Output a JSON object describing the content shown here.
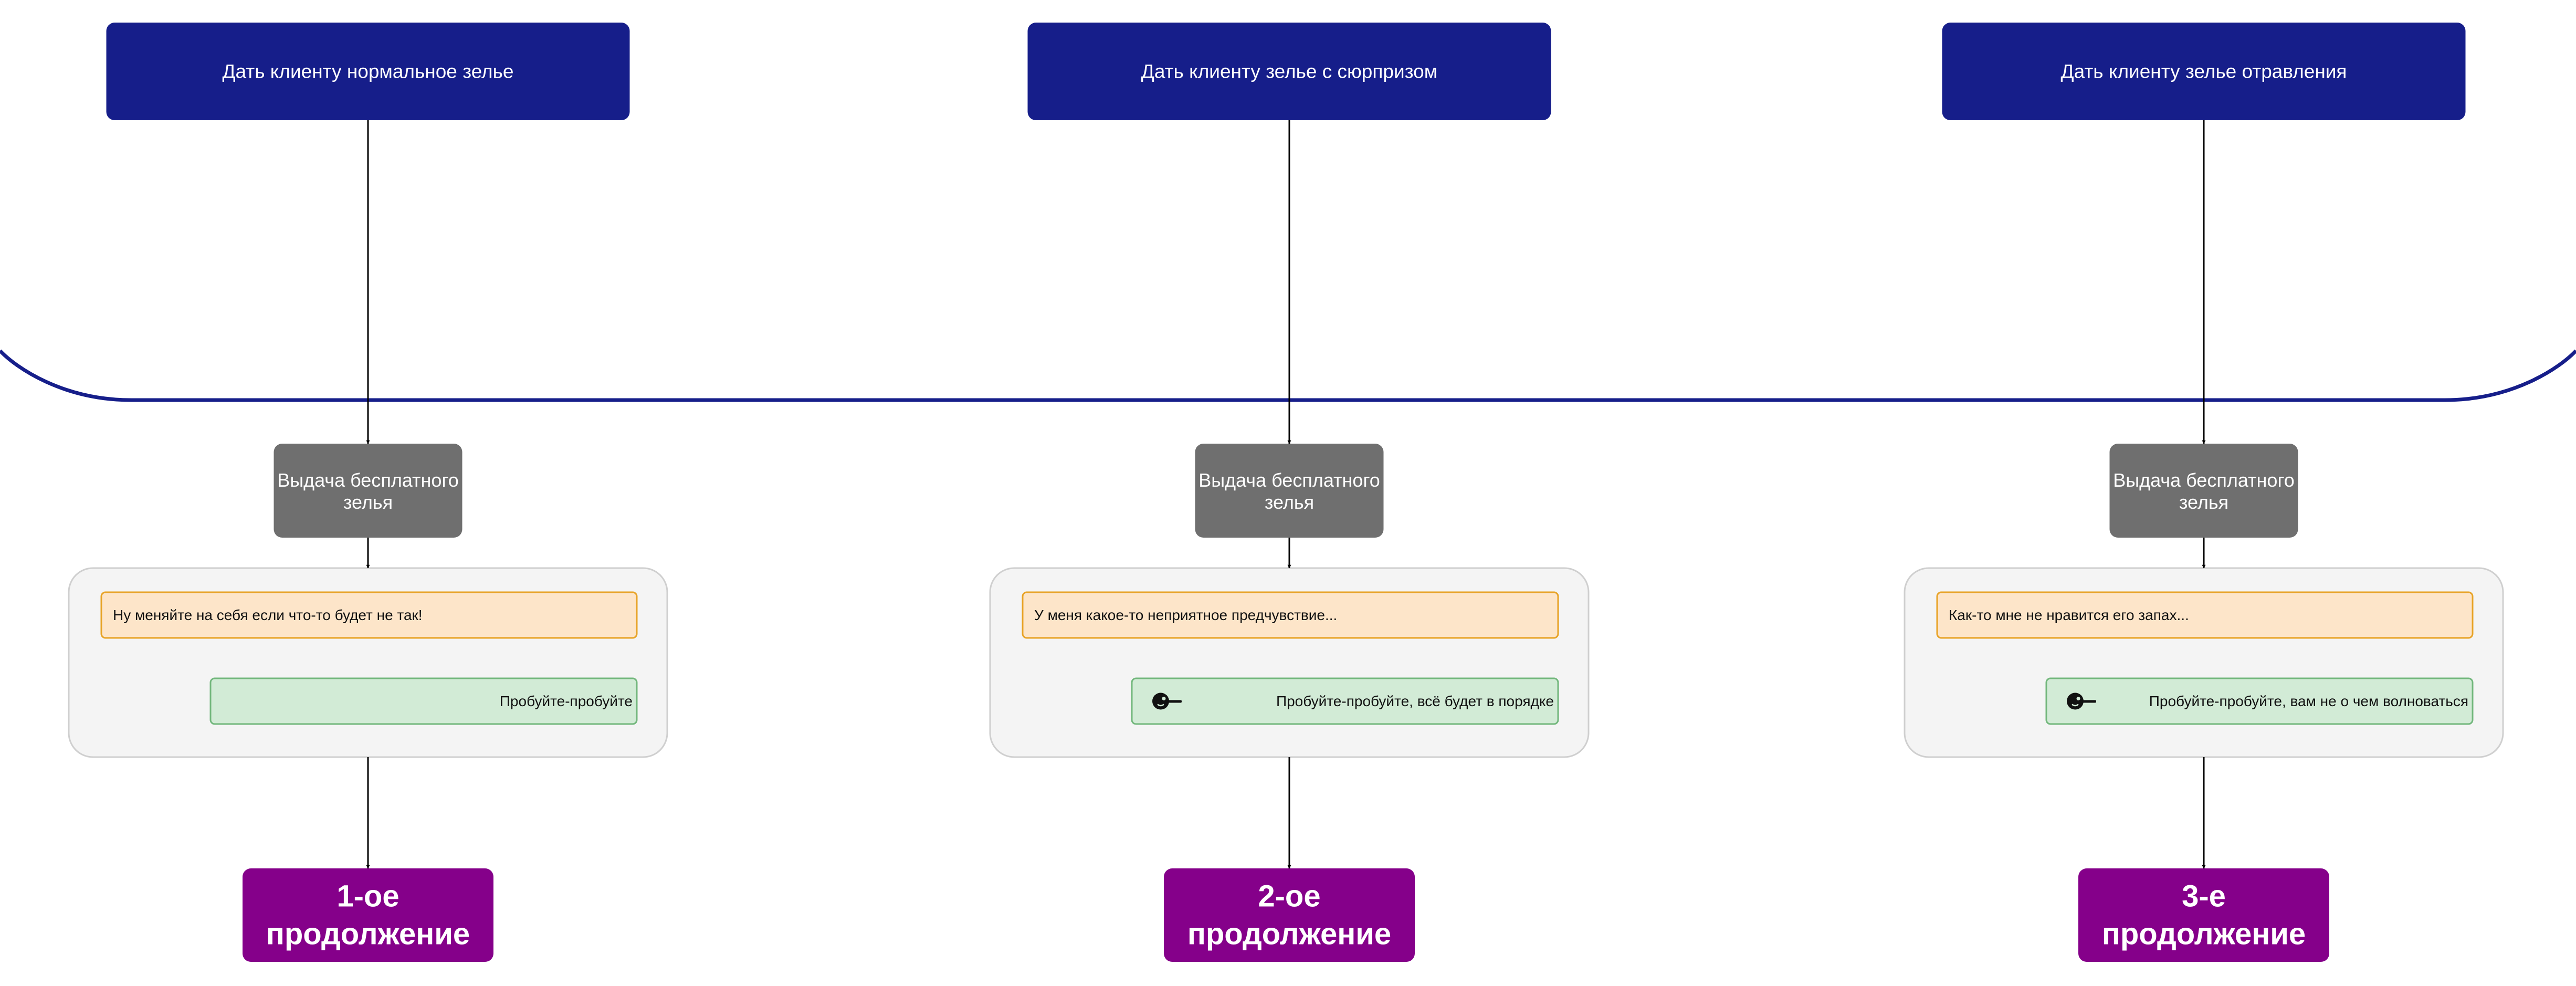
{
  "branches": [
    {
      "choice_label": "Дать клиенту нормальное зелье",
      "step_label": [
        "Выдача бесплатного",
        "зелья"
      ],
      "client_line": "Ну меняйте на себя если что-то будет не так!",
      "reply_line": "Пробуйте-пробуйте",
      "reply_icon": null,
      "outcome_label": [
        "1-ое",
        "продолжение"
      ]
    },
    {
      "choice_label": "Дать клиенту зелье с сюрпризом",
      "step_label": [
        "Выдача бесплатного",
        "зелья"
      ],
      "client_line": "У меня какое-то неприятное предчувствие...",
      "reply_line": "Пробуйте-пробуйте, всё будет в порядке",
      "reply_icon": "liar-face-icon",
      "outcome_label": [
        "2-ое",
        "продолжение"
      ]
    },
    {
      "choice_label": "Дать клиенту зелье отравления",
      "step_label": [
        "Выдача бесплатного",
        "зелья"
      ],
      "client_line": "Как-то мне не нравится его запах...",
      "reply_line": "Пробуйте-пробуйте, вам не о чем волноваться",
      "reply_icon": "liar-face-icon",
      "outcome_label": [
        "3-е",
        "продолжение"
      ]
    }
  ],
  "colors": {
    "choice_fill": "#161E8A",
    "merge_line": "#161E8A",
    "step_fill": "#6F6F6F",
    "dialog_panel_fill": "#F4F4F4",
    "dialog_panel_stroke": "#CFCFCF",
    "client_bubble_fill": "#FDE5C9",
    "client_bubble_stroke": "#E8A326",
    "reply_bubble_fill": "#D2EBD6",
    "reply_bubble_stroke": "#72B77C",
    "outcome_fill": "#85008A",
    "arrow": "#000000"
  }
}
